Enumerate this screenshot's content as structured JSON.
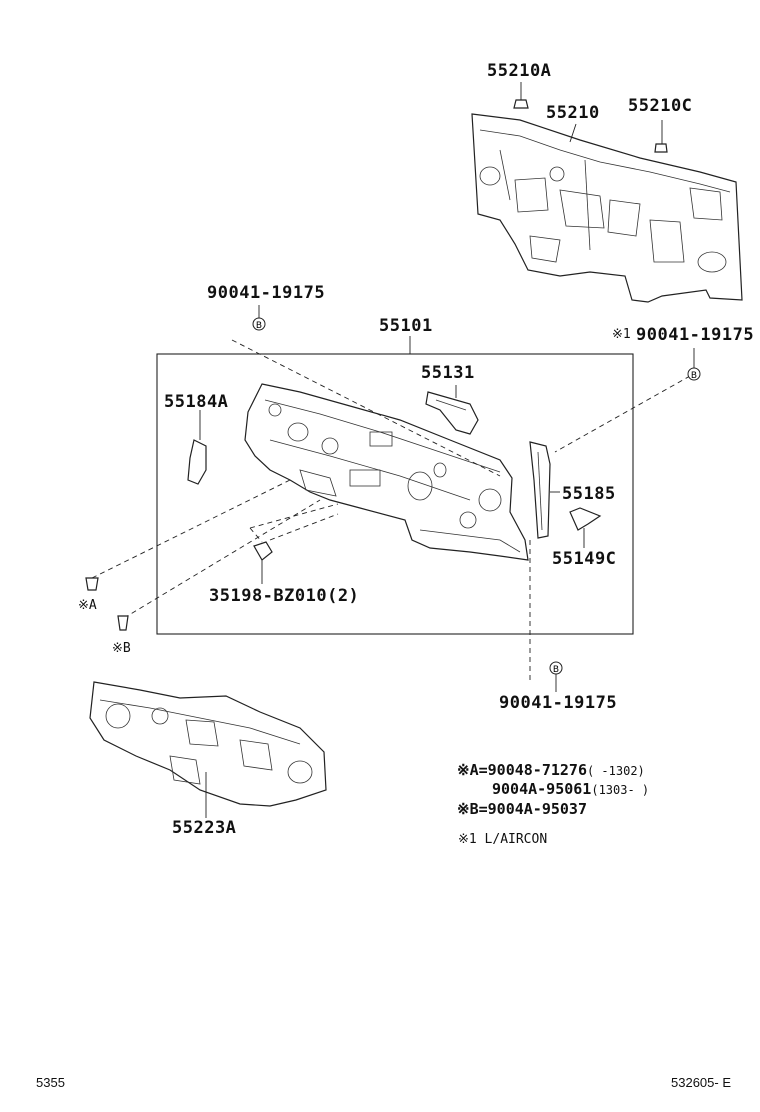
{
  "labels": {
    "p55210A": "55210A",
    "p55210": "55210",
    "p55210C": "55210C",
    "p90041_top": "90041-19175",
    "p55101": "55101",
    "p90041_right": "90041-19175",
    "mark1": "※1",
    "p55131": "55131",
    "p55184A": "55184A",
    "p55185": "55185",
    "p55149C": "55149C",
    "p35198": "35198-BZ010(2)",
    "markA": "※A",
    "markB": "※B",
    "p90041_bottom": "90041-19175",
    "p55223A": "55223A"
  },
  "notes": {
    "a_line1_main": "※A=90048-71276",
    "a_line1_range": "(     -1302)",
    "a_line2_main": "9004A-95061",
    "a_line2_range": "(1303-     )",
    "b_line": "※B=9004A-95037",
    "one_line": "※1 L/AIRCON"
  },
  "footer": {
    "left": "5355",
    "right": "532605- E"
  },
  "icons": {
    "fastener_marker": "circled-b-icon"
  }
}
